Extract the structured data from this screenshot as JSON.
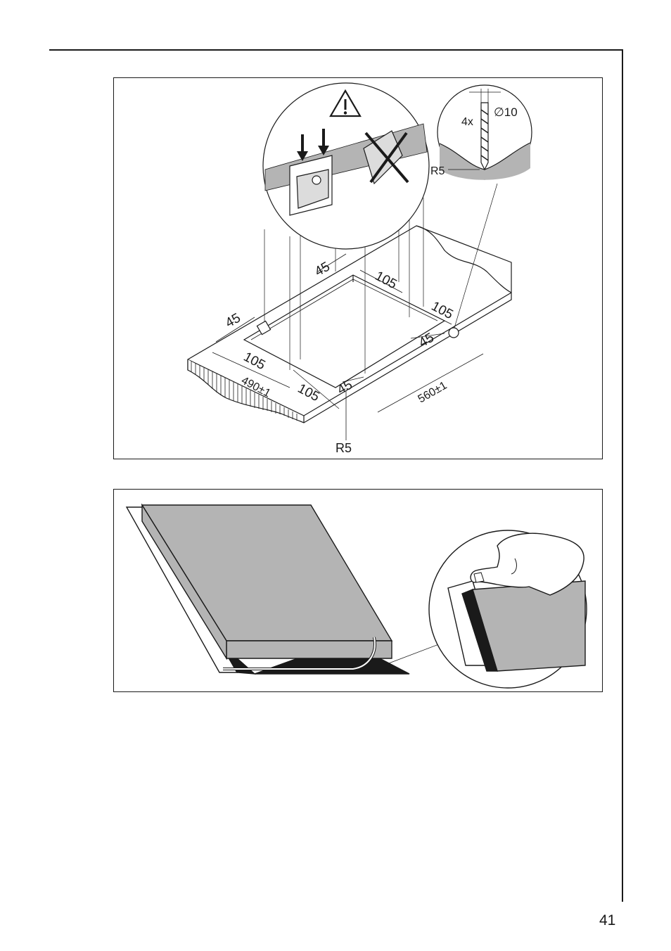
{
  "page": {
    "number": "41"
  },
  "figure1": {
    "dimensions": {
      "d45_top": "45",
      "d105_top": "105",
      "d105_right": "105",
      "d45_left": "45",
      "d45_right": "45",
      "d105_left": "105",
      "d105_bottom": "105",
      "d45_bottom": "45",
      "width": "490±1",
      "depth": "560±1",
      "radius_corner": "R5"
    },
    "drill_detail": {
      "count": "4x",
      "diameter": "∅10",
      "radius": "R5"
    },
    "icons": [
      "warning-triangle-icon",
      "down-arrow-icon",
      "cross-out-icon"
    ]
  },
  "figure2": {
    "icons": [
      "hand-icon"
    ]
  },
  "colors": {
    "line": "#1a1a1a",
    "fill_gray": "#b4b4b4",
    "fill_light": "#dcdcdc"
  }
}
